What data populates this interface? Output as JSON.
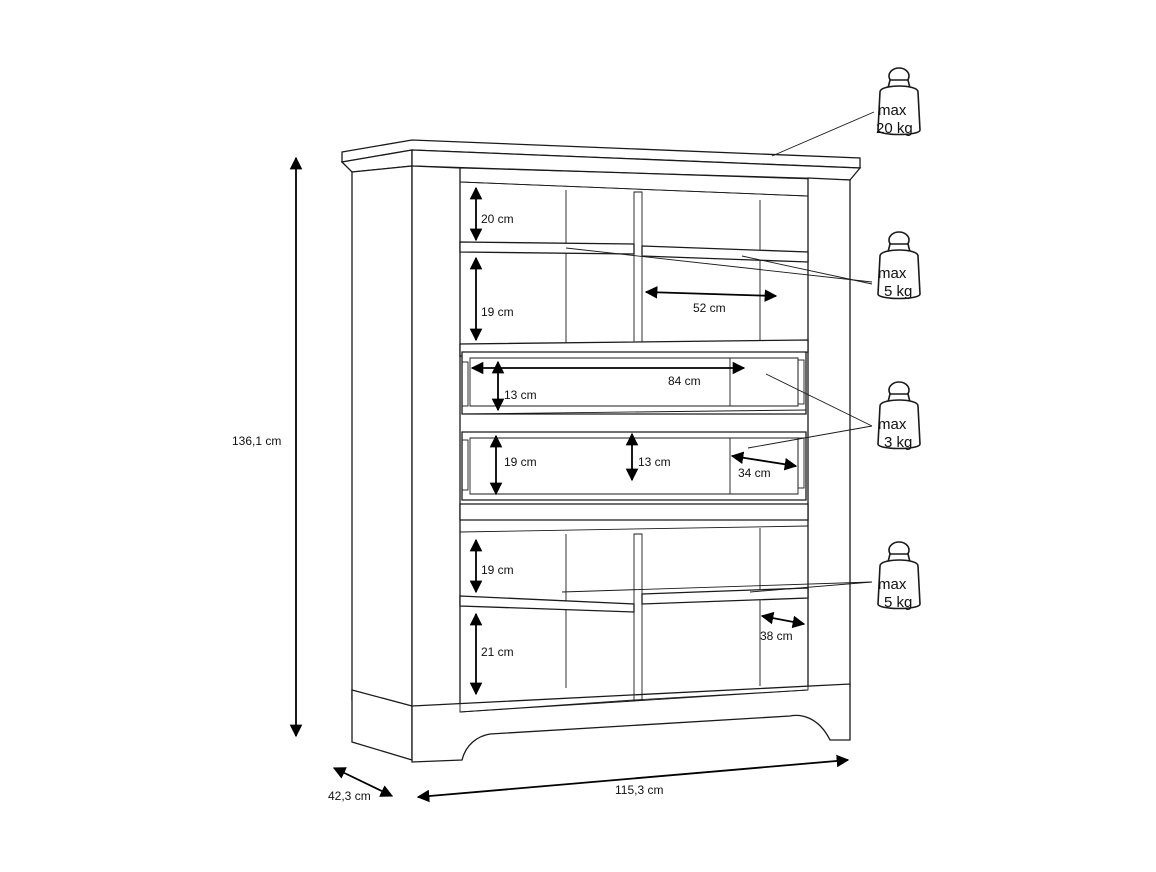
{
  "overall": {
    "height": "136,1 cm",
    "width": "115,3 cm",
    "depth": "42,3 cm"
  },
  "shelf_dims": {
    "top_left_upper": "20 cm",
    "top_left_lower": "19 cm",
    "top_shelf_width": "52 cm",
    "drawer_width": "84 cm",
    "drawer_upper_height": "13 cm",
    "drawer_lower_left": "19 cm",
    "drawer_lower_mid": "13 cm",
    "drawer_depth": "34 cm",
    "bottom_upper": "19 cm",
    "bottom_lower": "21 cm",
    "bottom_depth": "38 cm"
  },
  "weights": [
    {
      "max": "max",
      "load": "20 kg"
    },
    {
      "max": "max",
      "load": "5 kg"
    },
    {
      "max": "max",
      "load": "3 kg"
    },
    {
      "max": "max",
      "load": "5 kg"
    }
  ]
}
